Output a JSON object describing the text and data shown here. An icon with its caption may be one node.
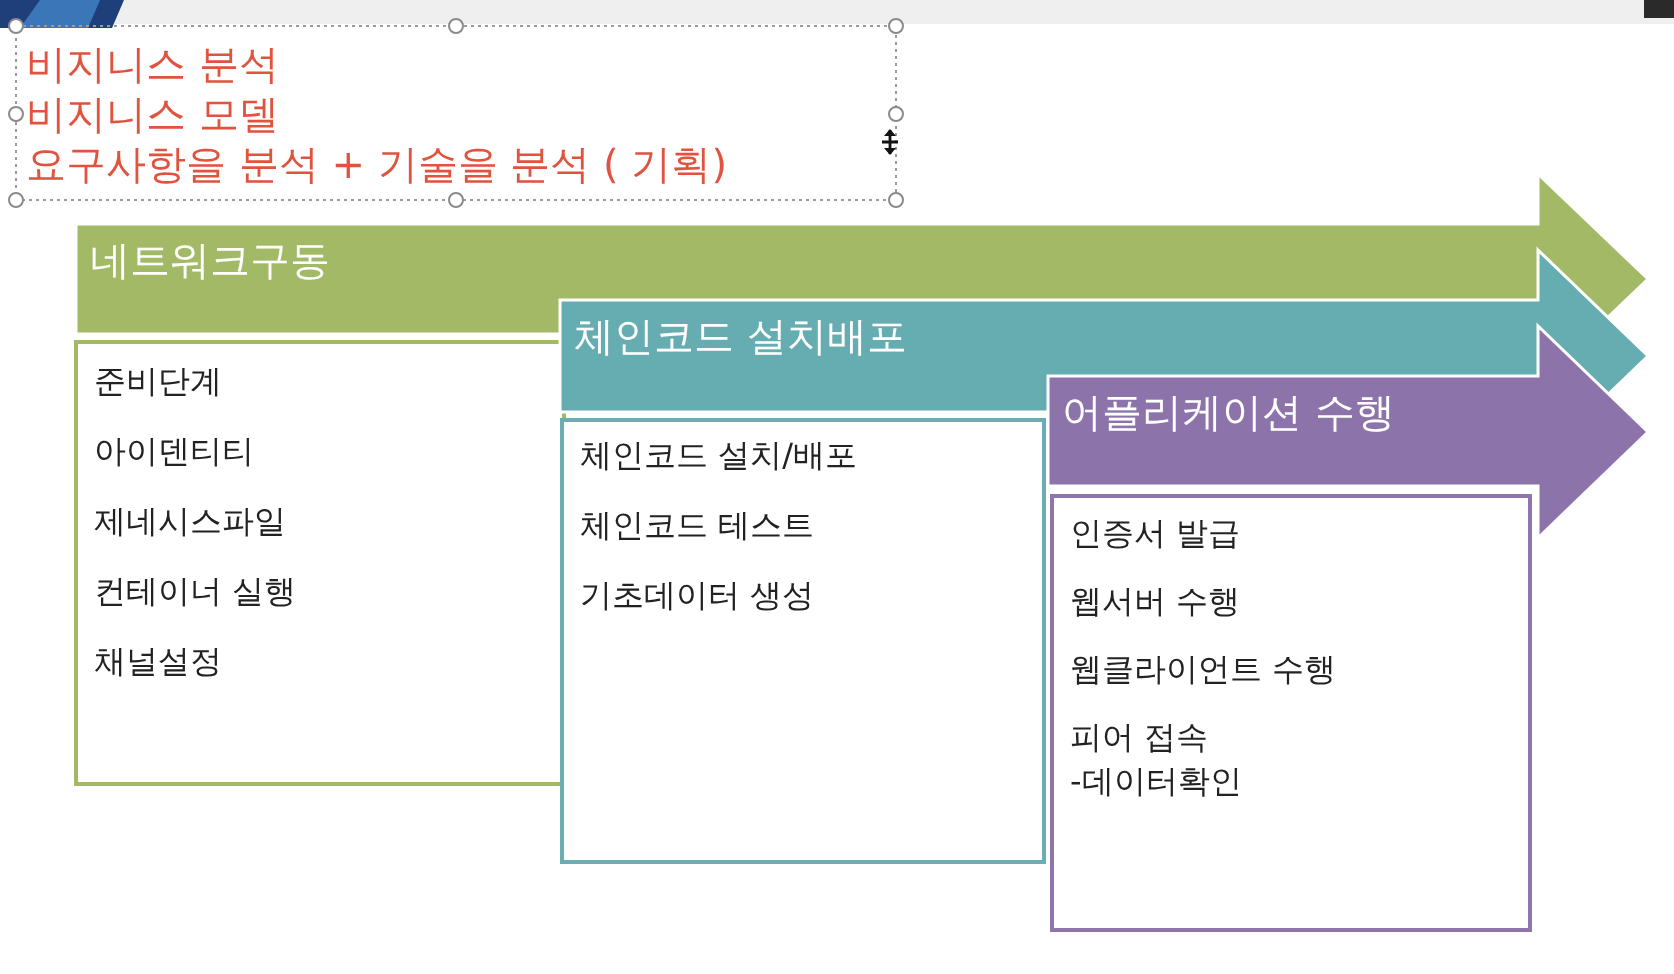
{
  "diagram": {
    "nodes": [
      {
        "text": [
          "네트워크구동"
        ]
      },
      {
        "text": [
          "준비단계",
          "아이덴티티",
          "제네시스파일",
          "컨테이너 실행",
          "채널설정"
        ]
      },
      {
        "text": [
          "체인코드 설치배포"
        ]
      },
      {
        "text": [
          "체인코드 설치/배포",
          "체인코드 테스트",
          "기초데이터 생성"
        ]
      },
      {
        "text": [
          "어플리케이션 수행"
        ]
      },
      {
        "text": [
          "인증서 발급",
          "웹서버 수행",
          "웹클라이언트 수행",
          "피어 접속 -데이터확인"
        ]
      }
    ],
    "labels": [
      "비지니스 분석",
      "비지니스 모델",
      "요구사항을 분석 + 기술을 분석 ( 기획)"
    ]
  }
}
